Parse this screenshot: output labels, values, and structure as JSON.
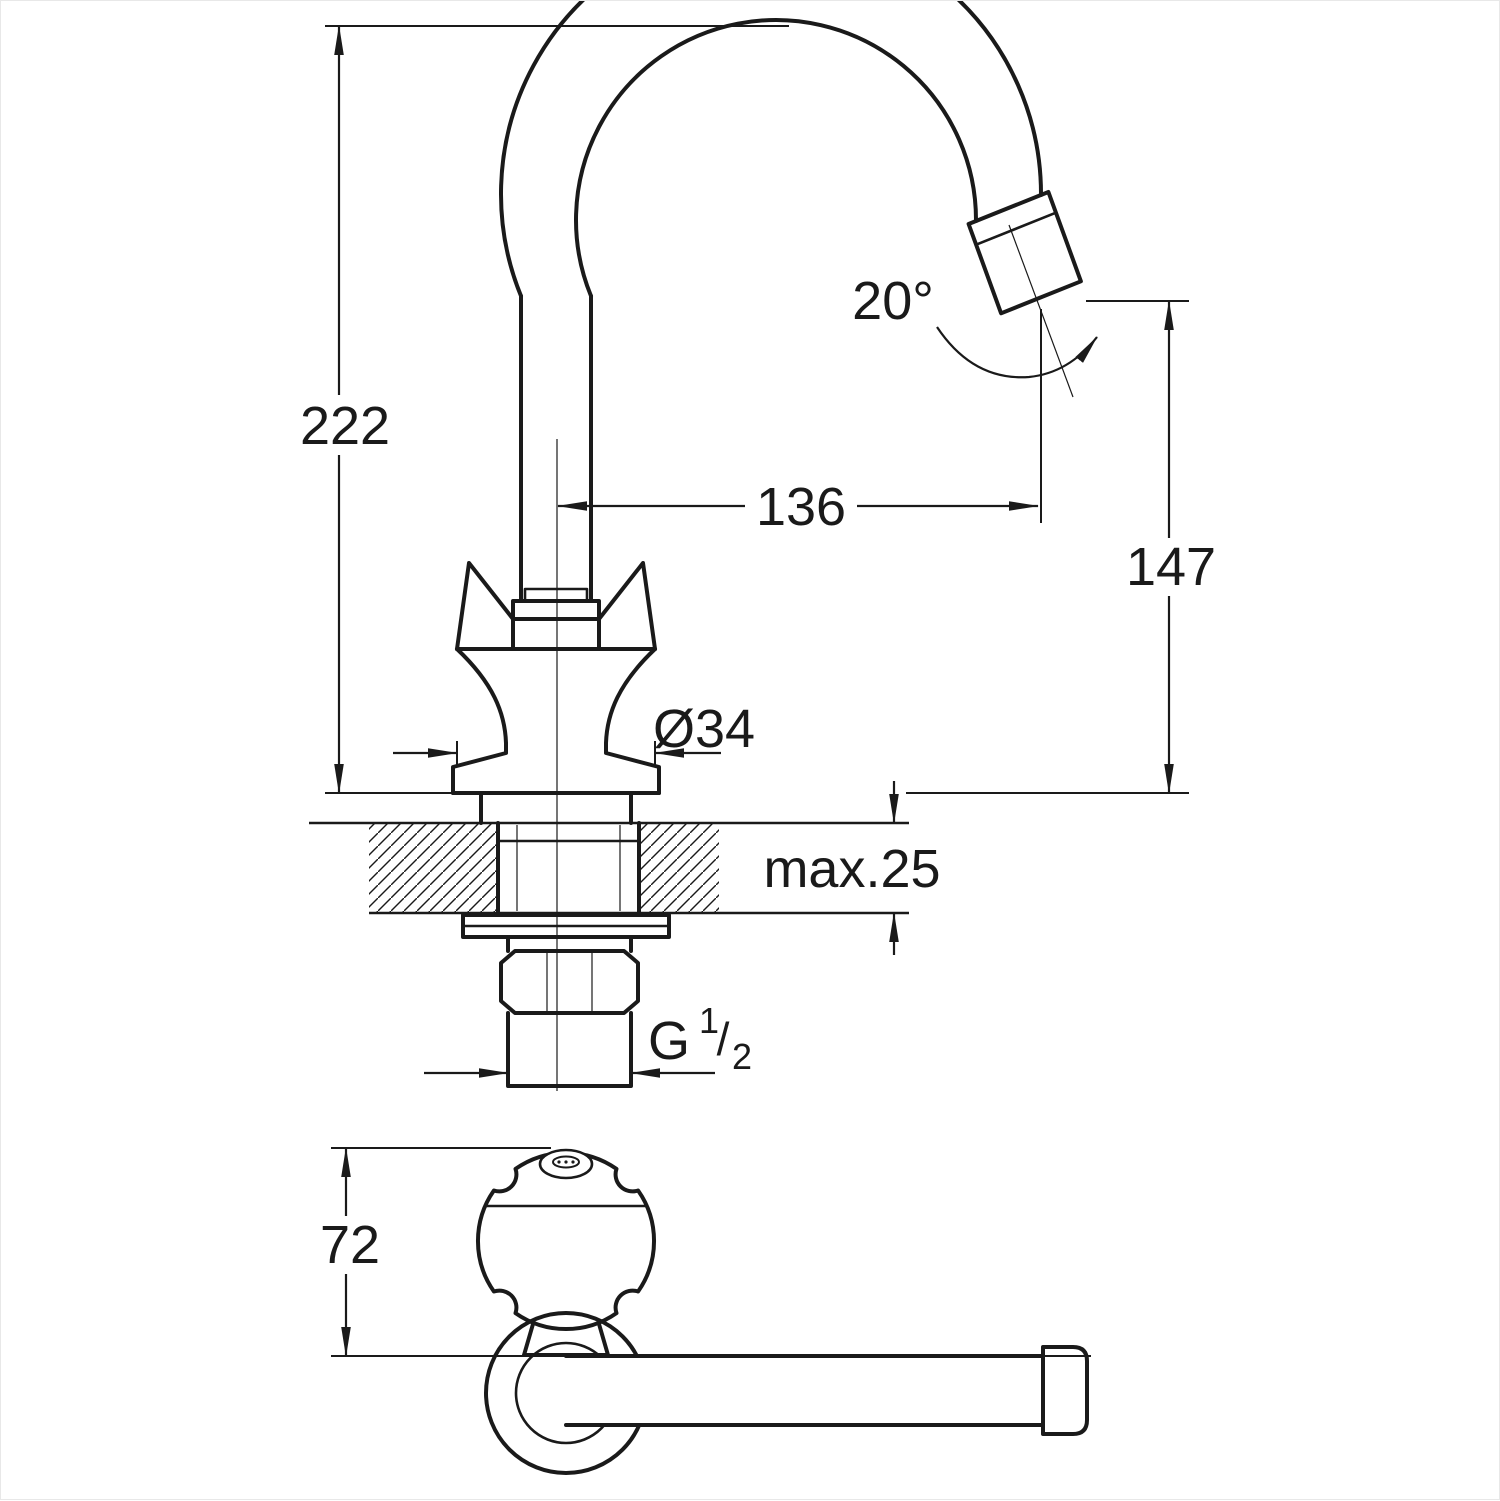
{
  "drawing": {
    "kind": "faucet-dimensional-technical-drawing",
    "background_color": "#ffffff",
    "line_color": "#1a1a1a"
  },
  "labels": {
    "total_height": "222",
    "spout_angle": "20°",
    "spout_reach": "136",
    "outlet_height": "147",
    "body_diameter": "Ø34",
    "max_deck_thickness": "max.25",
    "thread_g": "G",
    "thread_numerator": "1",
    "thread_slash": "/",
    "thread_denominator": "2",
    "handle_depth": "72"
  }
}
